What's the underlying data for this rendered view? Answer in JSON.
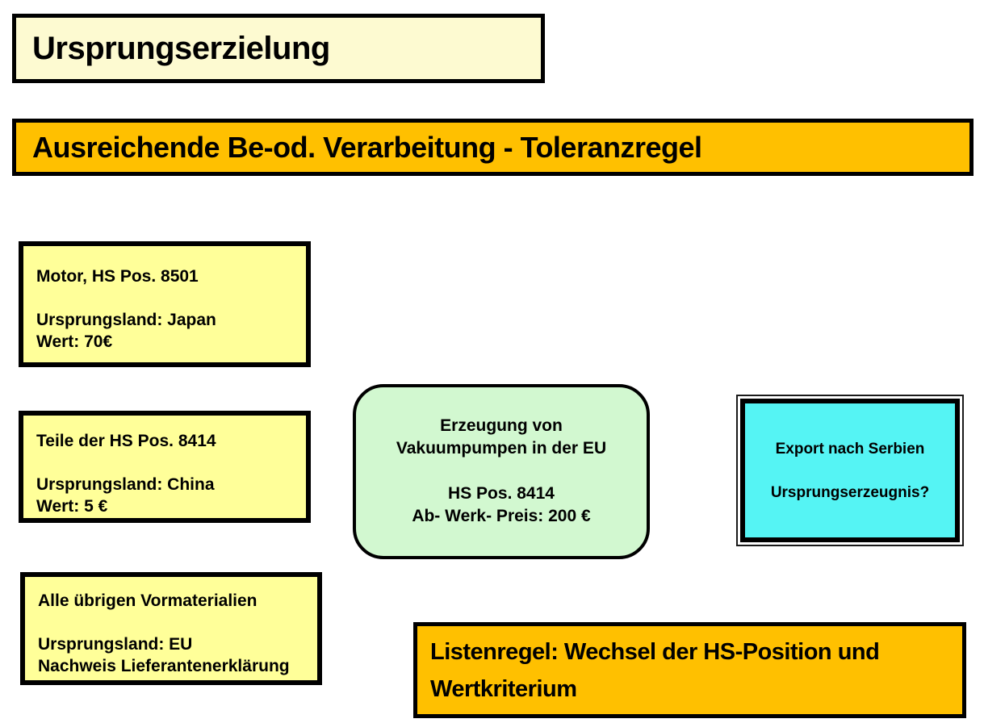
{
  "slide": {
    "title_box": {
      "text": "Ursprungserzielung"
    },
    "banner": {
      "text": "Ausreichende Be-od. Verarbeitung - Toleranzregel"
    },
    "material_boxes": [
      {
        "lines": [
          "Motor, HS Pos. 8501",
          "",
          "Ursprungsland: Japan",
          "Wert: 70€"
        ]
      },
      {
        "lines": [
          "Teile der HS Pos. 8414",
          "",
          "Ursprungsland: China",
          "Wert: 5 €"
        ]
      },
      {
        "lines": [
          "Alle übrigen Vormaterialien",
          "",
          "Ursprungsland: EU",
          "Nachweis Lieferantenerklärung"
        ]
      }
    ],
    "production_box": {
      "lines": [
        "Erzeugung von",
        "Vakuumpumpen in der EU",
        "",
        "HS Pos. 8414",
        "Ab- Werk- Preis: 200 €"
      ]
    },
    "export_box": {
      "lines": [
        "Export nach Serbien",
        "",
        "Ursprungserzeugnis?"
      ]
    },
    "rule_box": {
      "lines": [
        "Listenregel: Wechsel der HS-Position und",
        "Wertkriterium"
      ]
    },
    "colors": {
      "pale_yellow": "#FDFAD1",
      "orange": "#FFC000",
      "yellow": "#FFFF99",
      "green": "#D2F8D0",
      "cyan": "#55F4F4",
      "border": "#000000"
    }
  }
}
